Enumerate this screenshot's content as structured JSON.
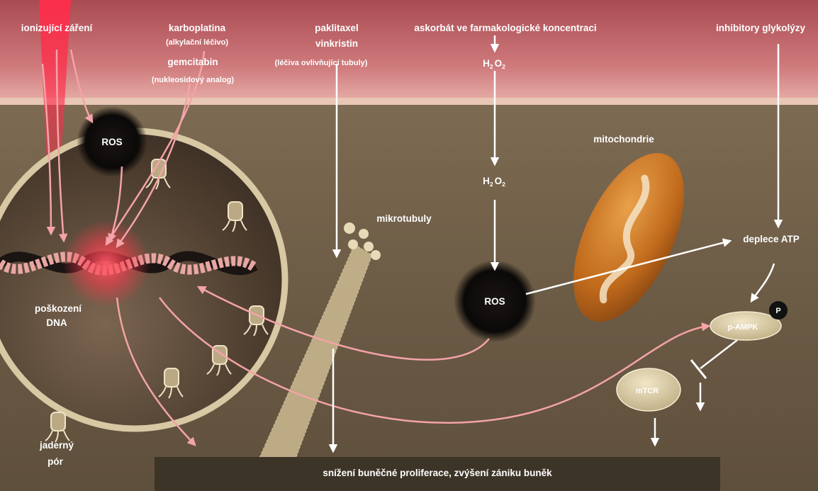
{
  "labels": {
    "ionizing_radiation": "ionizující záření",
    "carboplatin": "karboplatina",
    "carboplatin_class": "(alkylační léčivo)",
    "gemcitabine": "gemcitabin",
    "gemcitabine_class": "(nukleosidový analog)",
    "paclitaxel": "paklitaxel",
    "vincristine": "vinkristin",
    "tubule_drugs_class": "(léčiva ovlivňující tubuly)",
    "ascorbate": "askorbát ve farmakologické koncentraci",
    "h2o2_top": {
      "h": "H",
      "sub2": "2",
      "o": "O",
      "sub2b": "2"
    },
    "h2o2_mid": {
      "h": "H",
      "sub2": "2",
      "o": "O",
      "sub2b": "2"
    },
    "glycolysis_inhibitors": "inhibitory glykolýzy",
    "ros_left": "ROS",
    "ros_center": "ROS",
    "mitochondria": "mitochondrie",
    "microtubules": "mikrotubuly",
    "atp_depletion": "deplece ATP",
    "p_ampk": "p-AMPK",
    "phospho": "P",
    "mtcr": "mTCR",
    "dna_damage_line1": "poškození",
    "dna_damage_line2": "DNA",
    "nuclear_pore_line1": "jaderný",
    "nuclear_pore_line2": "pór",
    "outcome": "snížení buněčné proliferace, zvýšení zániku buněk"
  },
  "colors": {
    "membrane_pink": "#c96a72",
    "cytoplasm": "#6b5c47",
    "ros_dark": "#0d0b0a",
    "pink_arrow": "#f4a3a8",
    "white_arrow": "#ffffff",
    "mito_orange": "#c8731e",
    "node_fill": "#d9cba6"
  }
}
